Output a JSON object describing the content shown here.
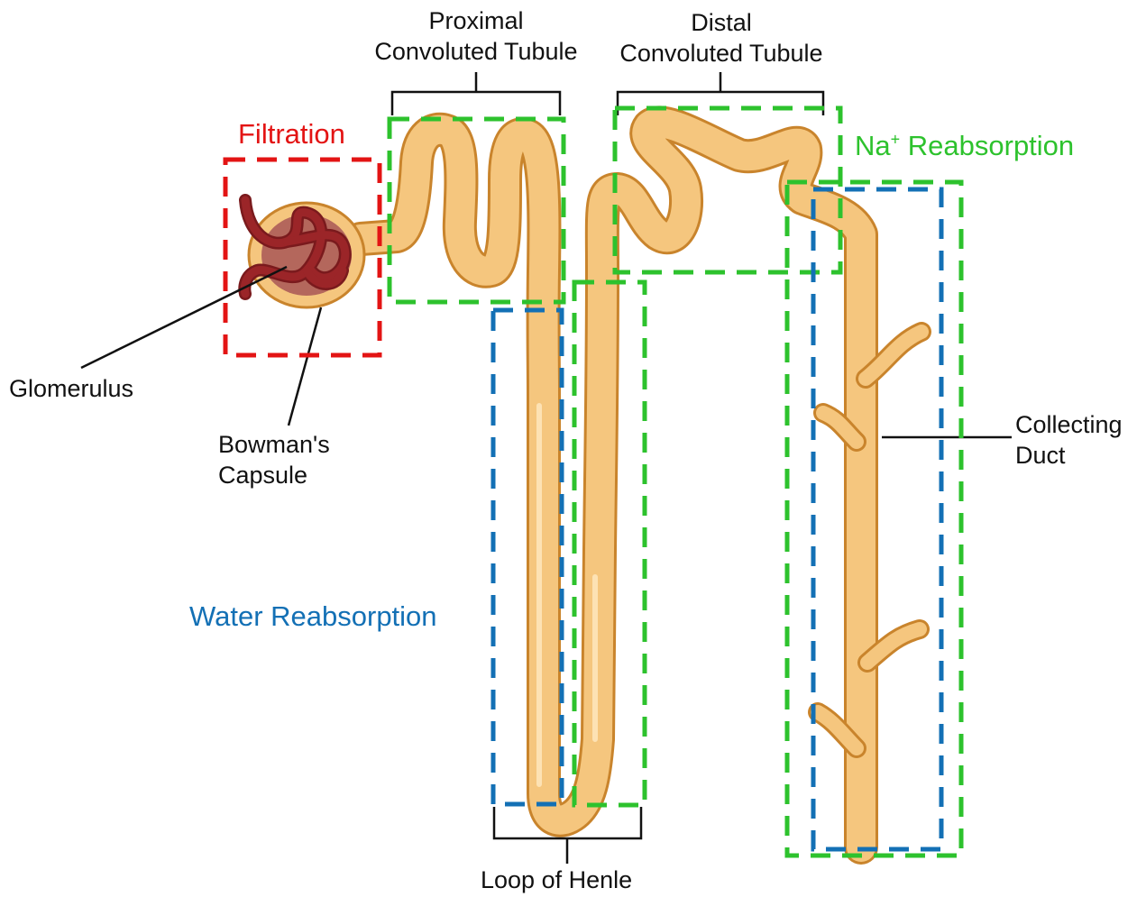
{
  "labels": {
    "proximal_line1": "Proximal",
    "proximal_line2": "Convoluted Tubule",
    "distal_line1": "Distal",
    "distal_line2": "Convoluted Tubule",
    "filtration": "Filtration",
    "na_prefix": "Na",
    "na_sup": "+",
    "na_suffix": " Reabsorption",
    "glomerulus": "Glomerulus",
    "bowmans_line1": "Bowman's",
    "bowmans_line2": "Capsule",
    "water": "Water Reabsorption",
    "collecting_line1": "Collecting",
    "collecting_line2": "Duct",
    "loop": "Loop of Henle"
  },
  "colors": {
    "filtration": "#e31414",
    "sodium": "#2dc22d",
    "water": "#1370b5",
    "tubule_fill": "#f5c67e",
    "tubule_outline": "#c9842c",
    "glomerulus": "#9b2528",
    "capsule_inner": "#b4675c"
  }
}
